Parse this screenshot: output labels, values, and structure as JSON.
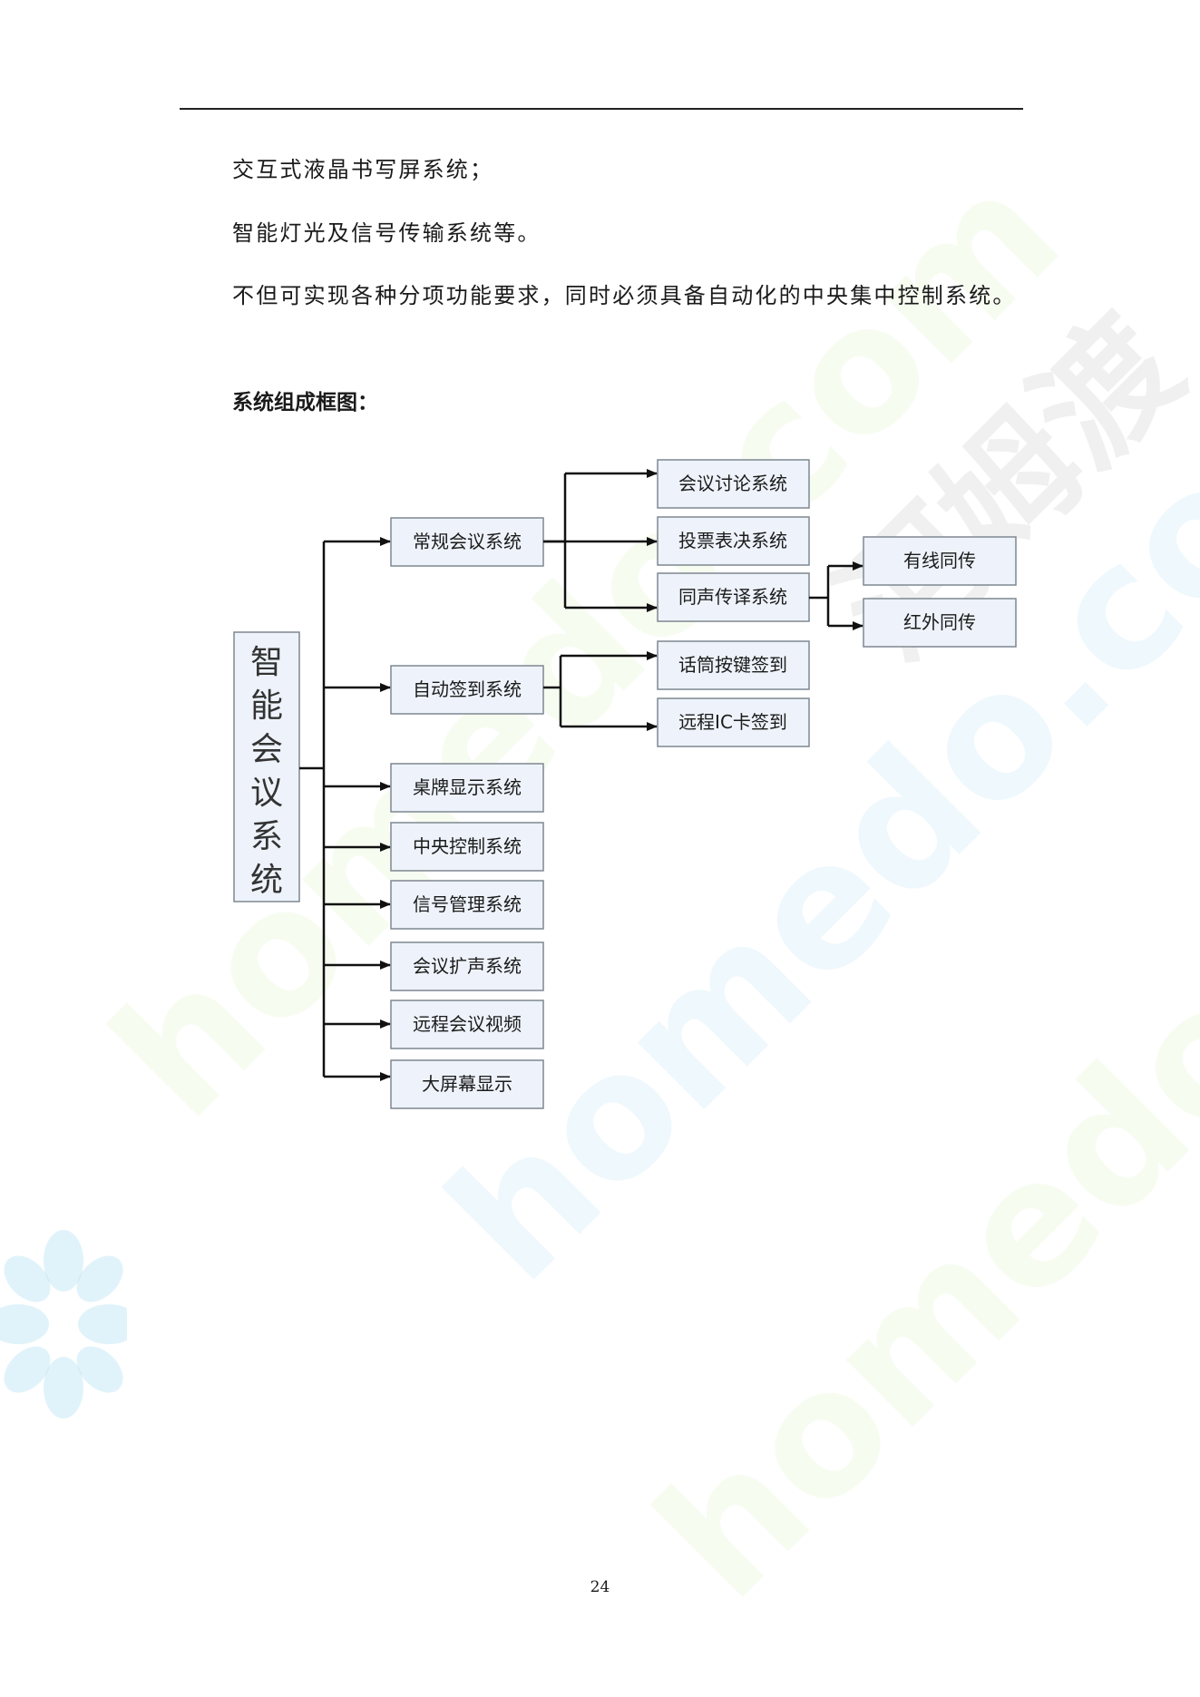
{
  "paragraphs": [
    "交互式液晶书写屏系统；",
    "智能灯光及信号传输系统等。",
    "不但可实现各种分项功能要求，同时必须具备自动化的中央集中控制系统。"
  ],
  "section_heading": "系统组成框图：",
  "diagram": {
    "root": "智能会议系统",
    "level1": [
      "常规会议系统",
      "自动签到系统",
      "桌牌显示系统",
      "中央控制系统",
      "信号管理系统",
      "会议扩声系统",
      "远程会议视频",
      "大屏幕显示"
    ],
    "conventional_children": [
      "会议讨论系统",
      "投票表决系统",
      "同声传译系统"
    ],
    "interpretation_children": [
      "有线同传",
      "红外同传"
    ],
    "signin_children": [
      "话筒按键签到",
      "远程IC卡签到"
    ]
  },
  "watermark": {
    "latin": "homedo.com",
    "chinese": "河姆渡"
  },
  "page_number": "24"
}
